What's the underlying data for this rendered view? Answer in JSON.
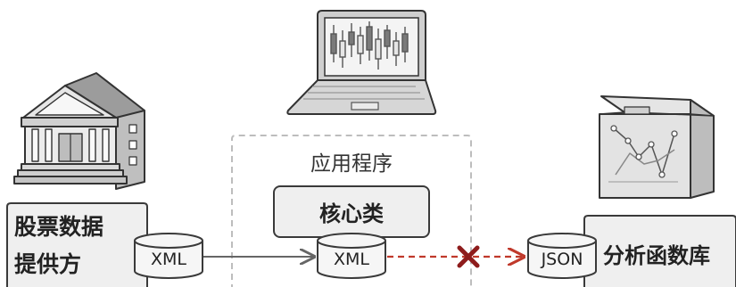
{
  "provider": {
    "label_line1": "股票数据",
    "label_line2": "提供方",
    "format": "XML"
  },
  "app": {
    "title": "应用程序",
    "core_class": "核心类",
    "format": "XML"
  },
  "library": {
    "format": "JSON",
    "label": "分析函数库"
  },
  "colors": {
    "outline": "#3a3a3a",
    "box_fill": "#efefef",
    "laptop_fill": "#d9d9d9",
    "broken_link": "#c0392b",
    "cross": "#8e1c1c",
    "dashed_frame": "#bdbdbd",
    "arrow": "#666666"
  },
  "icons": {
    "provider": "bank-building-icon",
    "laptop": "laptop-with-candlestick-chart-icon",
    "library": "box-with-line-chart-icon",
    "incompatible": "red-cross-icon"
  }
}
